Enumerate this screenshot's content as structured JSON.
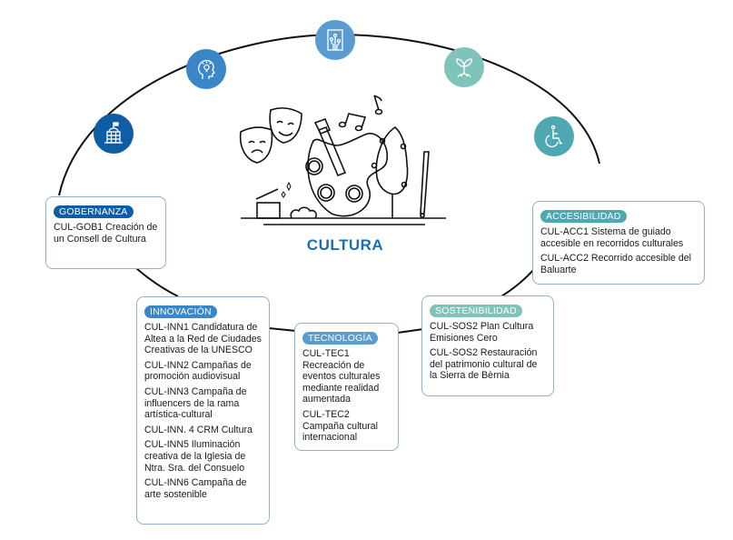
{
  "center": {
    "title": "CULTURA",
    "title_color": "#1d6fb1",
    "illustration": "culture-illustration"
  },
  "colors": {
    "dark_blue": "#0f5ea3",
    "mid_blue": "#3a86c9",
    "light_blue": "#5a9bd0",
    "teal": "#7ec4bb",
    "teal_dark": "#4ea8b2",
    "box_border": "#8fb1d6"
  },
  "icons": [
    {
      "name": "government-building-icon",
      "category": "GOBERNANZA",
      "color": "#0f5ea3"
    },
    {
      "name": "head-lightbulb-icon",
      "category": "INNOVACIÓN",
      "color": "#3a86c9"
    },
    {
      "name": "circuit-board-icon",
      "category": "TECNOLOGÍA",
      "color": "#5a9bd0"
    },
    {
      "name": "sprout-icon",
      "category": "SOSTENIBILIDAD",
      "color": "#7ec4bb"
    },
    {
      "name": "wheelchair-icon",
      "category": "ACCESIBILIDAD",
      "color": "#4ea8b2"
    }
  ],
  "boxes": {
    "gobernanza": {
      "label": "GOBERNANZA",
      "badge_color": "#0f5ea3",
      "items": [
        "CUL-GOB1 Creación de un Consell de Cultura"
      ]
    },
    "innovacion": {
      "label": "INNOVACIÓN",
      "badge_color": "#3a86c9",
      "items": [
        "CUL-INN1 Candidatura de Altea a la Red de Ciudades Creativas de la UNESCO",
        "CUL-INN2 Campañas de promoción audiovisual",
        "CUL-INN3 Campaña de influencers de la rama artística-cultural",
        "CUL-INN. 4 CRM Cultura",
        "CUL-INN5 Iluminación creativa de la Iglesia de Ntra. Sra. del Consuelo",
        "CUL-INN6 Campaña de arte sostenible"
      ]
    },
    "tecnologia": {
      "label": "TECNOLOGÍA",
      "badge_color": "#5a9bd0",
      "items": [
        "CUL-TEC1 Recreación de eventos culturales mediante realidad aumentada",
        "CUL-TEC2 Campaña cultural internacional"
      ]
    },
    "sostenibilidad": {
      "label": "SOSTENIBILIDAD",
      "badge_color": "#7ec4bb",
      "items": [
        "CUL-SOS2 Plan Cultura Emisiones Cero",
        "CUL-SOS2 Restauración del patrimonio cultural de la Sierra de Bèrnia"
      ]
    },
    "accesibilidad": {
      "label": "ACCESIBILIDAD",
      "badge_color": "#4ea8b2",
      "items": [
        "CUL-ACC1 Sistema de guiado accesible en recorridos culturales",
        "CUL-ACC2 Recorrido accesible del Baluarte"
      ]
    }
  }
}
